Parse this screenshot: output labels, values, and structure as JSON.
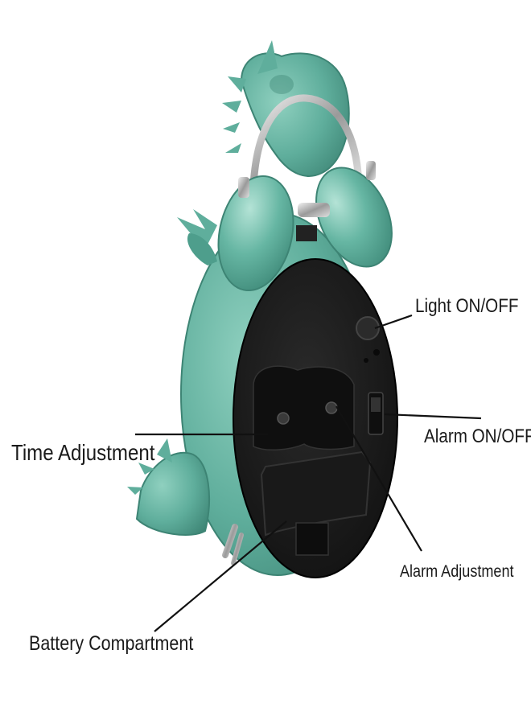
{
  "colors": {
    "body_teal": "#5fae9c",
    "body_teal_dark": "#3d8474",
    "body_teal_light": "#8fd0bf",
    "back_panel": "#1c1c1c",
    "metal": "#c9c9c9",
    "line": "#111111"
  },
  "callouts": {
    "light_switch": "Light ON/OFF",
    "alarm_switch": "Alarm ON/OFF",
    "time_adjustment": "Time Adjustment",
    "alarm_adjustment": "Alarm Adjustment",
    "battery_compartment": "Battery Compartment"
  }
}
